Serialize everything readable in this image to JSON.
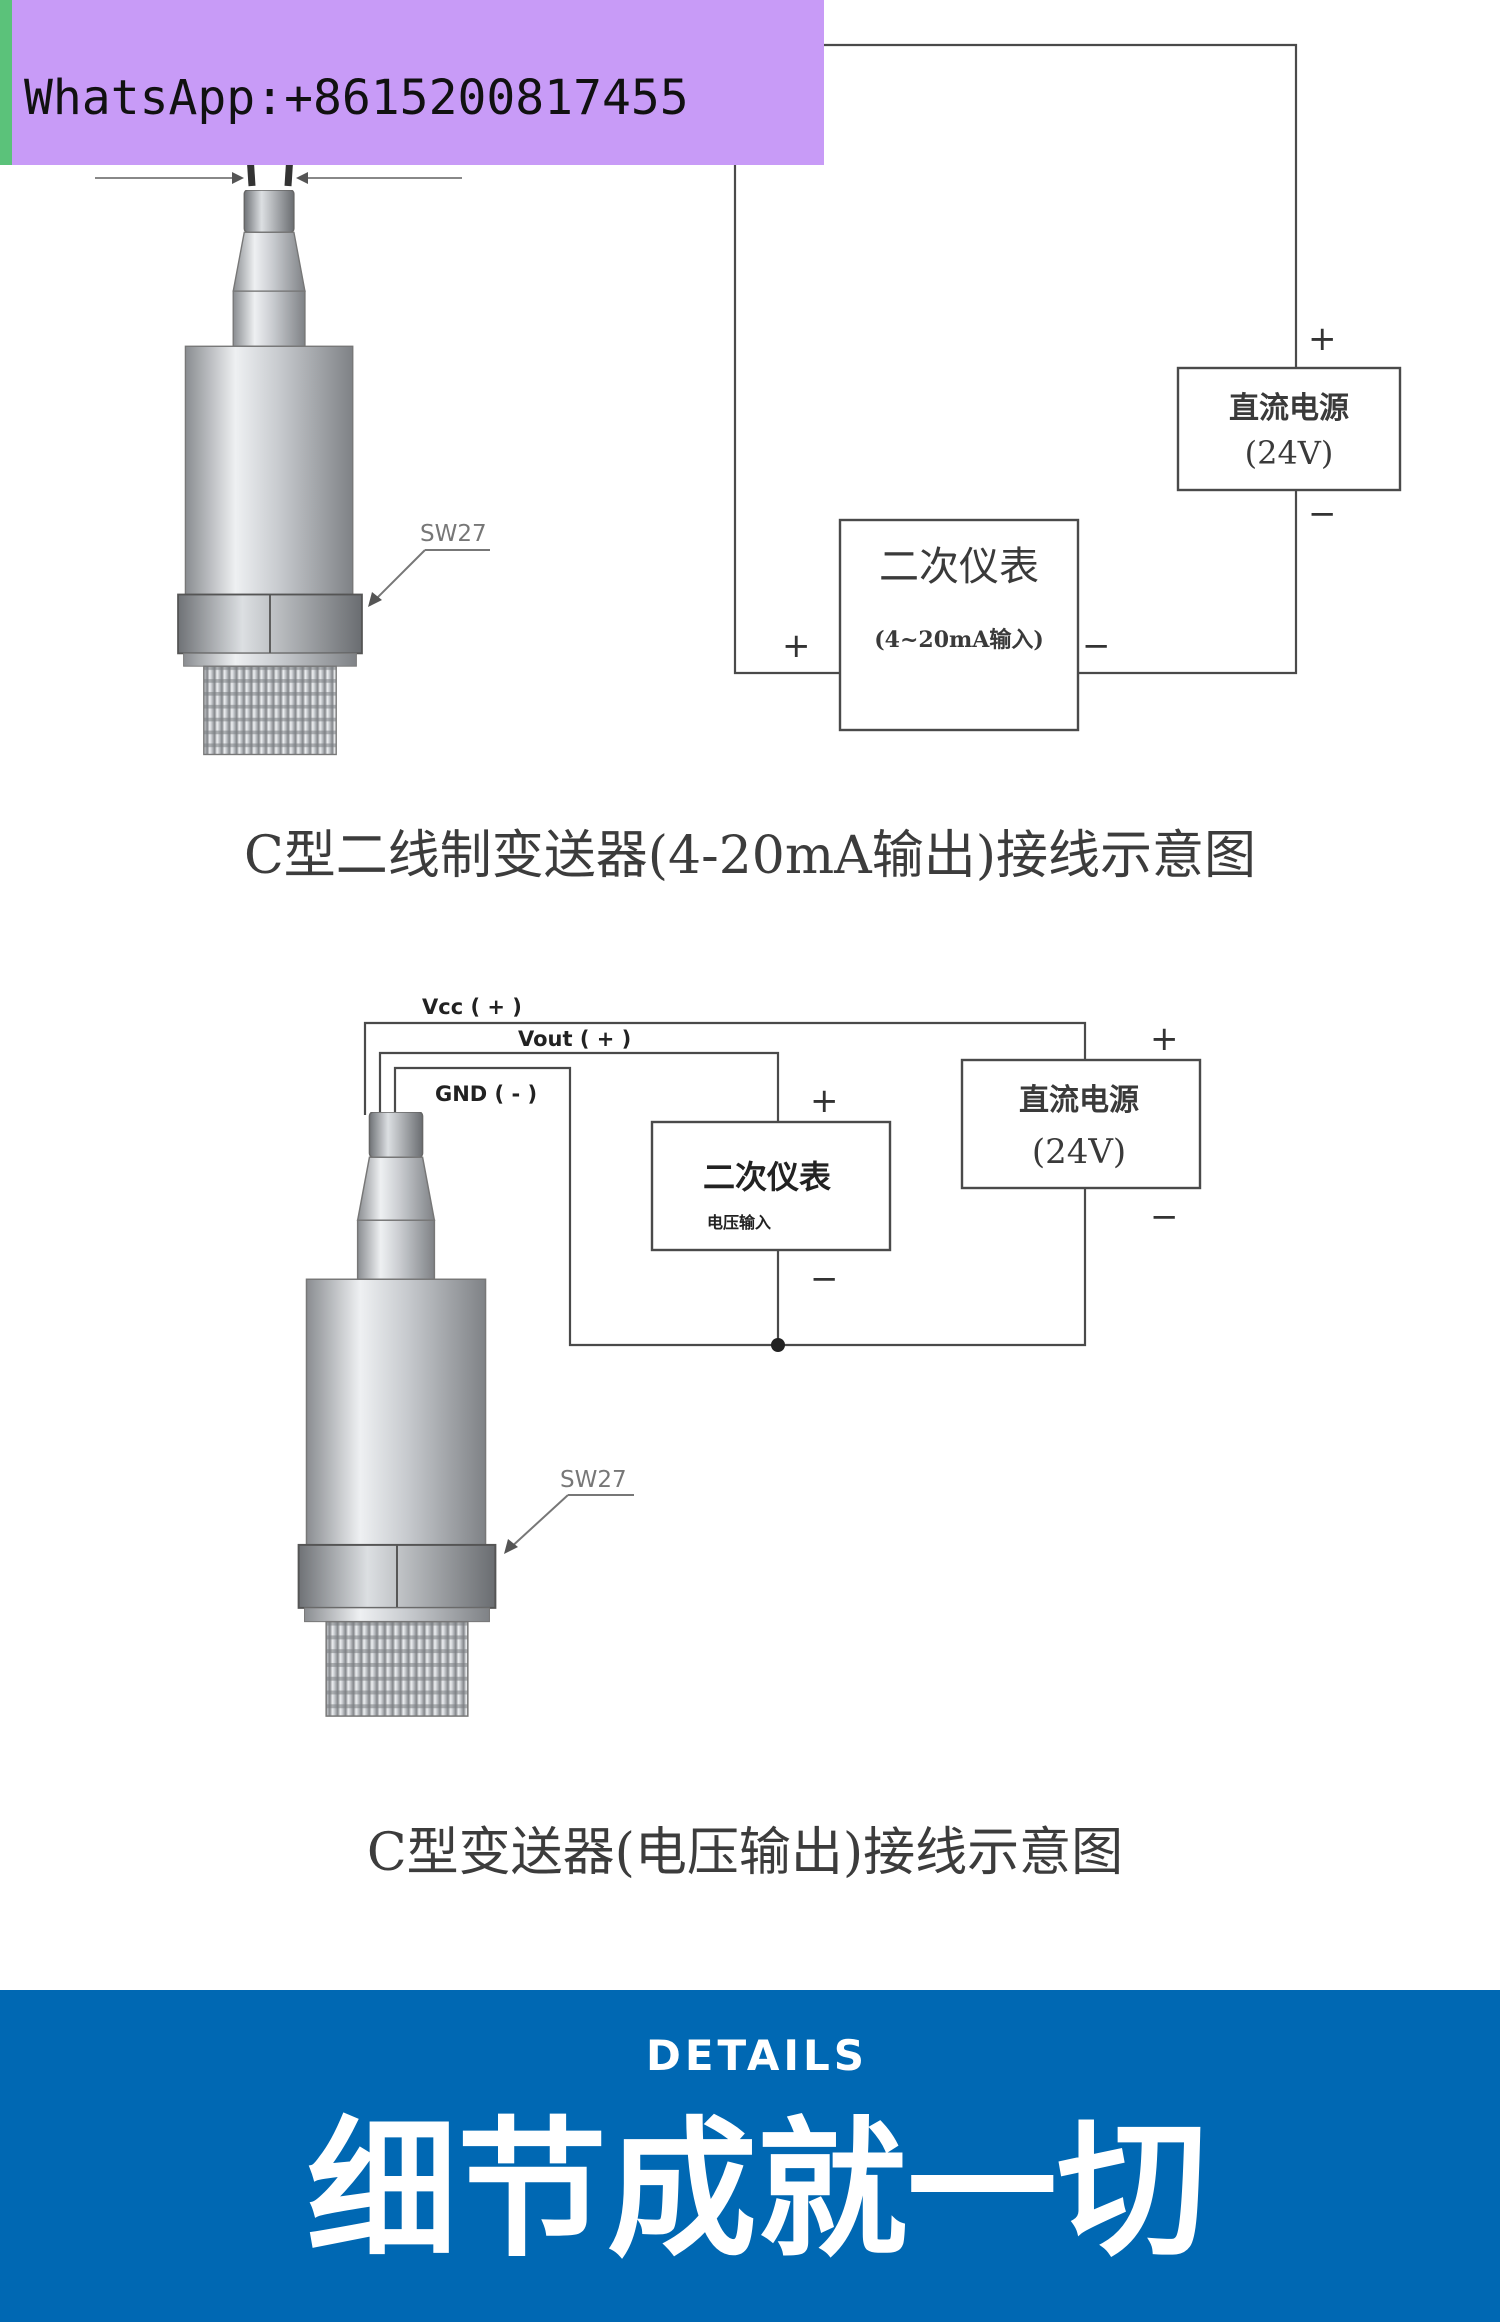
{
  "watermark": {
    "text": "WhatsApp:+8615200817455",
    "bg": "#c89bf7",
    "accent": "#5bc27a"
  },
  "diagram1": {
    "power_title": "直流电源",
    "power_value": "(24V)",
    "meter_title": "二次仪表",
    "meter_sub": "(4~20mA输入)",
    "plus": "+",
    "minus": "−",
    "sw_label": "SW27",
    "caption": "C型二线制变送器(4-20mA输出)接线示意图"
  },
  "diagram2": {
    "vcc_label": "Vcc ( + )",
    "vout_label": "Vout ( + )",
    "gnd_label": "GND ( - )",
    "meter_title": "二次仪表",
    "meter_sub": "电压输入",
    "power_title": "直流电源",
    "power_value": "(24V)",
    "plus": "+",
    "minus": "−",
    "sw_label": "SW27",
    "caption": "C型变送器(电压输出)接线示意图"
  },
  "banner": {
    "subtitle": "DETAILS",
    "title": "细节成就一切",
    "bg": "#0068b3"
  },
  "colors": {
    "wire": "#4a4a4a",
    "metal_dark": "#8a8d91",
    "metal_light": "#eef0f2"
  }
}
